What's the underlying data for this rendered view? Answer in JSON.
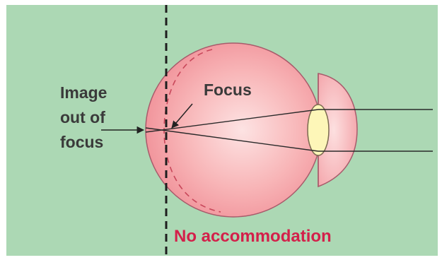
{
  "labels": {
    "image_line1": "Image",
    "image_line2": "out of",
    "image_line3": "focus",
    "focus": "Focus",
    "no_accommodation": "No accommodation"
  },
  "colors": {
    "background": "#acd8b4",
    "eyeball_edge": "#a85b6b",
    "eyeball_fill": "#f6a4a8",
    "lens_fill": "#fdf6b8",
    "dashed_retina": "#c8475a",
    "caption": "#d3204a",
    "text": "#3a3a3a"
  }
}
